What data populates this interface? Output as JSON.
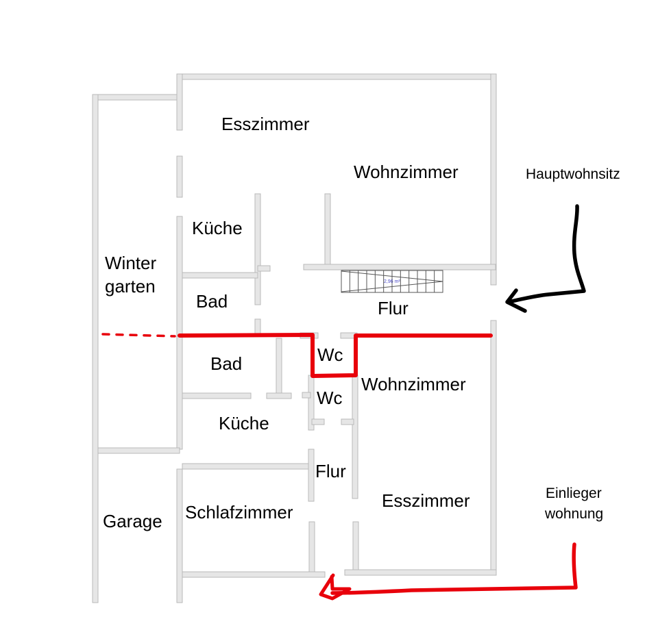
{
  "diagram": {
    "type": "floor-plan",
    "colors": {
      "wall_fill": "#e6e6e6",
      "wall_edge": "#b9b9b9",
      "divider_line": "#e8000b",
      "main_arrow": "#000000",
      "granny_arrow": "#e8000b",
      "stair_text": "#4a4ac8"
    },
    "upper_unit": {
      "rooms": {
        "esszimmer": "Esszimmer",
        "wohnzimmer": "Wohnzimmer",
        "kueche": "Küche",
        "bad": "Bad",
        "flur": "Flur"
      },
      "stair_area": "2,96 m²"
    },
    "lower_unit": {
      "rooms": {
        "bad": "Bad",
        "wc_upper": "Wc",
        "wc_lower": "Wc",
        "kueche": "Küche",
        "wohnzimmer": "Wohnzimmer",
        "flur": "Flur",
        "schlafzimmer": "Schlafzimmer",
        "esszimmer": "Esszimmer"
      }
    },
    "side_rooms": {
      "wintergarten_line1": "Winter",
      "wintergarten_line2": "garten",
      "garage": "Garage"
    },
    "annotations": {
      "main_residence": "Hauptwohnsitz",
      "granny_flat_line1": "Einlieger",
      "granny_flat_line2": "wohnung"
    }
  }
}
